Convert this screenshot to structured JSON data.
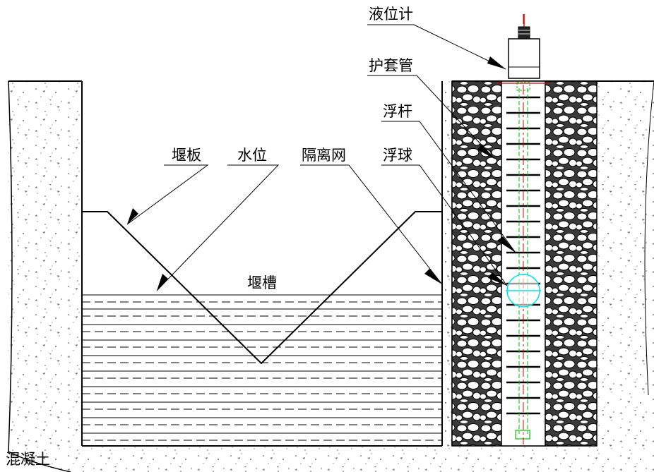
{
  "diagram": {
    "labels": {
      "liquid_level_meter": "液位计",
      "protective_casing": "护套管",
      "float_rod": "浮杆",
      "weir_plate": "堰板",
      "water_level": "水位",
      "isolation_mesh": "隔离网",
      "float_ball": "浮球",
      "weir_channel": "堰槽",
      "concrete": "混凝土"
    },
    "colors": {
      "line": "#000000",
      "centerline_red": "#d40000",
      "float_cyan": "#00e5e5",
      "rod_green": "#00c000",
      "gravel_fill": "#3a3a3a",
      "concrete_speck": "#7a7a7a"
    }
  }
}
